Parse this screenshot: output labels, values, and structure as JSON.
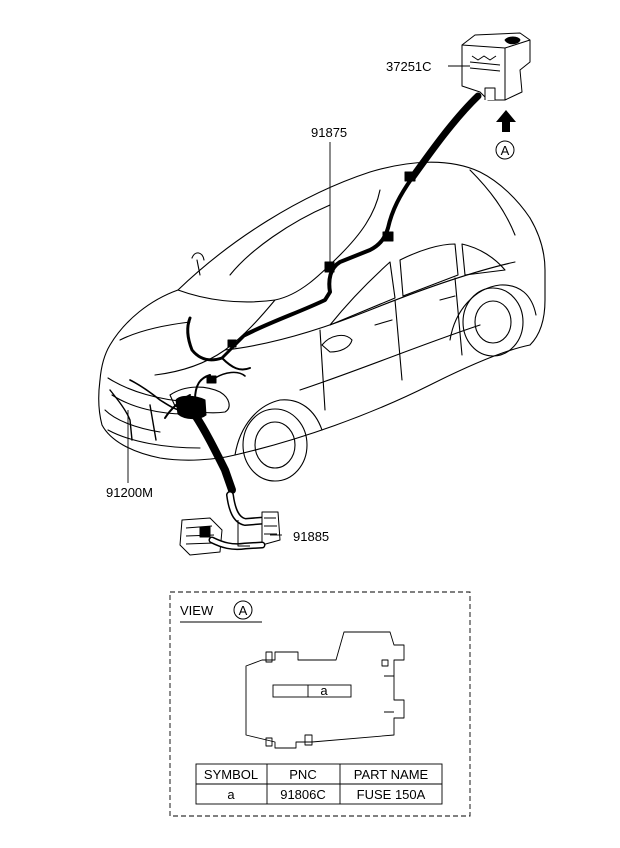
{
  "callouts": {
    "fuse_box_part": "37251C",
    "roof_harness_part": "91875",
    "front_harness_part": "91200M",
    "connector_part": "91885",
    "view_marker": "A"
  },
  "view_panel": {
    "title": "VIEW",
    "marker": "A",
    "slot_label": "a"
  },
  "table": {
    "headers": [
      "SYMBOL",
      "PNC",
      "PART NAME"
    ],
    "rows": [
      [
        "a",
        "91806C",
        "FUSE 150A"
      ]
    ]
  }
}
